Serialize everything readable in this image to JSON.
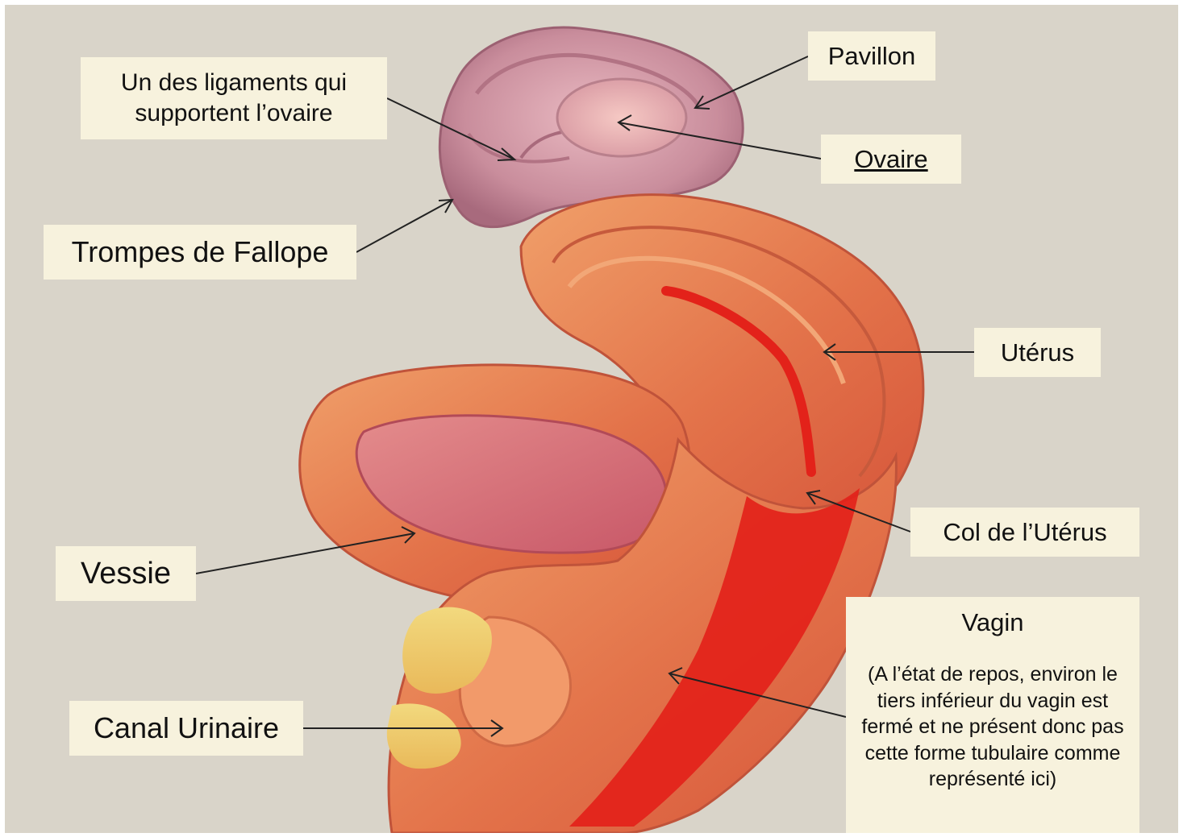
{
  "labels": {
    "ligament_line1": "Un des ligaments qui",
    "ligament_line2": "supportent l’ovaire",
    "pavillon": "Pavillon",
    "ovaire": "Ovaire",
    "trompes": "Trompes de Fallope",
    "uterus": "Utérus",
    "col": "Col de l’Utérus",
    "vessie": "Vessie",
    "canal": "Canal Urinaire",
    "vagin_title": "Vagin",
    "vagin_note": "(A l’état de repos, environ le tiers inférieur du vagin est fermé et ne présent donc pas cette forme tubulaire comme représenté ici)"
  },
  "colors": {
    "background": "#d9d4c9",
    "label_fill": "#f7f2dd",
    "tube_pink": "#d79aa8",
    "muscle_orange": "#e7774a",
    "mucosa_red": "#e3221a",
    "bladder_pink": "#d9707a",
    "fat_yellow": "#efcf6a"
  }
}
